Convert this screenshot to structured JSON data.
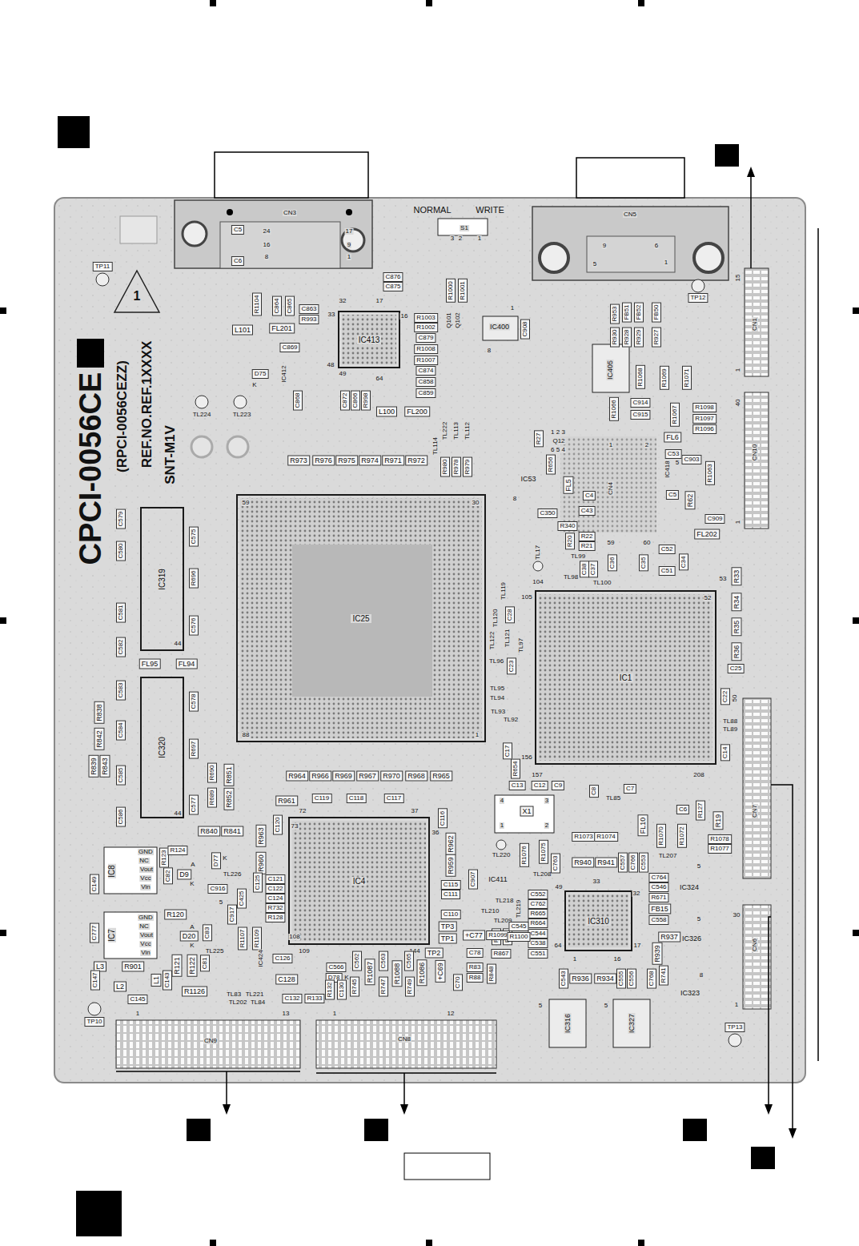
{
  "diagram": {
    "nodes": [
      {
        "text": [
          "IC413"
        ]
      },
      {
        "text": [
          "IC319"
        ]
      },
      {
        "text": [
          "IC25"
        ]
      },
      {
        "text": [
          "IC1"
        ]
      },
      {
        "text": [
          "IC320"
        ]
      },
      {
        "text": [
          "IC4"
        ]
      },
      {
        "text": [
          "IC310"
        ]
      }
    ],
    "labels": [
      "CPCI-0056CE",
      "(RPCI-0056CEZZ)",
      "REF.NO.REF.1XXXX",
      "SNT-M1V",
      "1",
      "NORMAL",
      "WRITE",
      "S1",
      "3",
      "2",
      "1",
      "CN3",
      "C5",
      "C6",
      "24",
      "16",
      "8",
      "17",
      "9",
      "1",
      "CN5",
      "9",
      "6",
      "5",
      "1",
      "TP11",
      "TP12",
      "CN1",
      "15",
      "1",
      "R1104",
      "C864",
      "C865",
      "C863",
      "R993",
      "L101",
      "FL201",
      "C869",
      "D75",
      "K",
      "IC412",
      "C868",
      "C876",
      "C875",
      "32",
      "17",
      "33",
      "16",
      "48",
      "49",
      "64",
      "R1003",
      "R1002",
      "C879",
      "R1008",
      "R1007",
      "C874",
      "C858",
      "C859",
      "R1000",
      "R1001",
      "Q101",
      "Q102",
      "C872",
      "C866",
      "R998",
      "L100",
      "FL200",
      "IC400",
      "1",
      "8",
      "C908",
      "TL224",
      "TL223",
      "R973",
      "R976",
      "R975",
      "R974",
      "R971",
      "R972",
      "TL114",
      "TL222",
      "TL113",
      "TL112",
      "R980",
      "R978",
      "R979",
      "59",
      "30",
      "88",
      "1",
      "C579",
      "C580",
      "C575",
      "R696",
      "C581",
      "C582",
      "C576",
      "44",
      "FL95",
      "FL94",
      "C583",
      "C578",
      "R838",
      "R842",
      "C584",
      "R697",
      "R839",
      "R843",
      "C585",
      "C586",
      "C577",
      "44",
      "R690",
      "R689",
      "R851",
      "R852",
      "R840",
      "R841",
      "R964",
      "R966",
      "R969",
      "R967",
      "R970",
      "R968",
      "R965",
      "R961",
      "C119",
      "C118",
      "C117",
      "73",
      "72",
      "37",
      "36",
      "108",
      "109",
      "144",
      "C120",
      "R963",
      "R960",
      "C116",
      "R962",
      "R959",
      "C115",
      "C111",
      "C149",
      "IC8",
      "GND",
      "NC",
      "Vout",
      "Vcc",
      "Vin",
      "R123",
      "R124",
      "A",
      "C82",
      "D9",
      "K",
      "D77",
      "K",
      "TL226",
      "C916",
      "C425",
      "5",
      "C125",
      "C121",
      "C122",
      "C124",
      "R732",
      "R128",
      "C777",
      "IC7",
      "GND",
      "NC",
      "Vout",
      "Vcc",
      "Vin",
      "R120",
      "A",
      "D20",
      "K",
      "C83",
      "C917",
      "TL225",
      "R1107",
      "R1109",
      "C81",
      "R121",
      "R122",
      "L3",
      "R901",
      "L2",
      "L1",
      "C143",
      "C147",
      "C145",
      "R1126",
      "TP10",
      "IC424",
      "C126",
      "C128",
      "C566",
      "D78",
      "K",
      "C132",
      "R133",
      "R132",
      "C130",
      "R745",
      "C562",
      "R1087",
      "C563",
      "R747",
      "R1088",
      "C565",
      "R749",
      "R1086",
      "TL83",
      "TL221",
      "TL202",
      "TL84",
      "C110",
      "TP3",
      "TP1",
      "TP2",
      "1",
      "13",
      "CN9",
      "1",
      "12",
      "CN8",
      "+C77",
      "+C69",
      "C70",
      "C78",
      "R867",
      "R91",
      "R96",
      "R83",
      "R88",
      "R848",
      "TL220",
      "IC411",
      "C907",
      "R1076",
      "R1075",
      "TL208",
      "C552",
      "C762",
      "R665",
      "R664",
      "C544",
      "C538",
      "C551",
      "TL218",
      "TL210",
      "TL209",
      "TL219",
      "C545",
      "R1099",
      "R1100",
      "49",
      "33",
      "32",
      "64",
      "17",
      "1",
      "16",
      "C763",
      "R940",
      "R941",
      "C557",
      "C766",
      "C553",
      "R1073",
      "R1074",
      "FL10",
      "R1070",
      "R1072",
      "TL207",
      "R19",
      "R1078",
      "R1077",
      "C543",
      "R936",
      "R934",
      "C555",
      "C556",
      "C764",
      "C546",
      "R671",
      "FB15",
      "C558",
      "R937",
      "R939",
      "C768",
      "R741",
      "5",
      "IC324",
      "5",
      "IC326",
      "8",
      "IC323",
      "5",
      "IC316",
      "5",
      "IC327",
      "30",
      "CN6",
      "1",
      "TP13",
      "50",
      "TL88",
      "TL89",
      "C14",
      "CN7",
      "R127",
      "C6",
      "104",
      "53",
      "105",
      "52",
      "156",
      "157",
      "208",
      "R33",
      "R34",
      "R35",
      "R36",
      "C25",
      "C22",
      "C17",
      "R654",
      "C13",
      "C12",
      "C9",
      "C8",
      "C7",
      "TL85",
      "X1",
      "4",
      "3",
      "1",
      "2",
      "TL17",
      "R340",
      "R20",
      "R22",
      "R21",
      "TL99",
      "TL98",
      "TL100",
      "C38",
      "C37",
      "C36",
      "C35",
      "59",
      "60",
      "C52",
      "C51",
      "C34",
      "C350",
      "R27",
      "R656",
      "IC53",
      "8",
      "FL5",
      "C4",
      "C43",
      "1 2 3",
      "Q12",
      "6 5 4",
      "CN4",
      "1",
      "2",
      "R953",
      "R930",
      "FB51",
      "R928",
      "FB52",
      "R929",
      "FB50",
      "R927",
      "IC405",
      "R1068",
      "R1069",
      "R1071",
      "R1066",
      "C914",
      "C915",
      "R1067",
      "FL6",
      "R1098",
      "R1097",
      "R1096",
      "C53",
      "IC418",
      "5",
      "C903",
      "C5",
      "R62",
      "R1063",
      "C909",
      "FL202",
      "CN10",
      "40",
      "1",
      "C28",
      "TL119",
      "TL120",
      "TL121",
      "TL122",
      "TL96",
      "C23",
      "TL97",
      "TL95",
      "TL94",
      "TL93",
      "TL92"
    ]
  }
}
